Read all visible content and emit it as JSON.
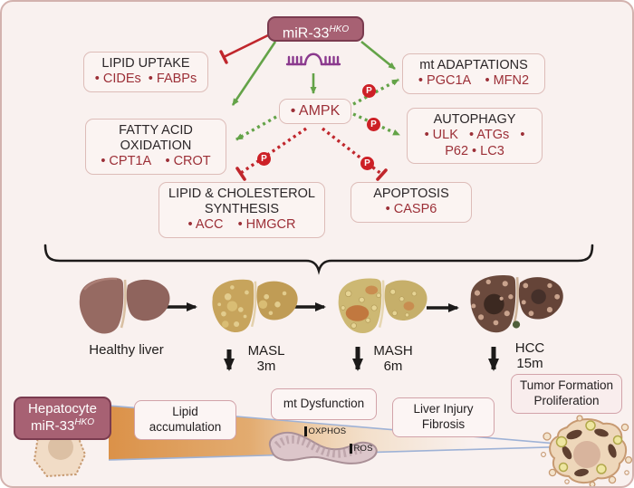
{
  "mirna": {
    "label": "miR-33",
    "sup": "HKO"
  },
  "phospho": {
    "label": "P"
  },
  "pathway_boxes": {
    "lipid_uptake": {
      "title": "LIPID UPTAKE",
      "genes": "• CIDEs  • FABPs"
    },
    "mt_adaptations": {
      "title": "mt ADAPTATIONS",
      "genes": "• PGC1A    • MFN2"
    },
    "ampk": {
      "label": "• AMPK"
    },
    "fatty_acid_oxidation": {
      "title_line1": "FATTY ACID",
      "title_line2": "OXIDATION",
      "genes": "• CPT1A    • CROT"
    },
    "autophagy": {
      "title": "AUTOPHAGY",
      "genes_line1": "• ULK   • ATGs   •",
      "genes_line2": "P62 • LC3"
    },
    "lipid_cholesterol_synthesis": {
      "title_line1": "LIPID & CHOLESTEROL",
      "title_line2": "SYNTHESIS",
      "genes": "• ACC    • HMGCR"
    },
    "apoptosis": {
      "title": "APOPTOSIS",
      "genes": "• CASP6"
    }
  },
  "progression": {
    "stages": [
      {
        "name": "Healthy liver",
        "time": ""
      },
      {
        "name": "MASL",
        "time": "3m"
      },
      {
        "name": "MASH",
        "time": "6m"
      },
      {
        "name": "HCC",
        "time": "15m"
      }
    ]
  },
  "bottom": {
    "hepatocyte_line1": "Hepatocyte",
    "hepatocyte_label": "miR-33",
    "hepatocyte_sup": "HKO",
    "boxes": [
      {
        "line1": "Lipid",
        "line2": "accumulation"
      },
      {
        "line1": "mt Dysfunction",
        "line2": ""
      },
      {
        "line1": "Liver Injury",
        "line2": "Fibrosis"
      },
      {
        "line1": "Tumor Formation",
        "line2": "Proliferation"
      }
    ],
    "mito_labels": {
      "oxphos": "OXPHOS",
      "ros": "ROS"
    }
  },
  "colors": {
    "background": "#f9f1ef",
    "box_border": "#ddbcb8",
    "dark_box": "#a76173",
    "gene_red": "#9c2f37",
    "activate_green": "#64a348",
    "inhibit_red": "#c0262c",
    "phospho_red": "#cd2026",
    "wedge_orange": "#d8893a",
    "wedge_line_blue": "#9eb2d6"
  }
}
